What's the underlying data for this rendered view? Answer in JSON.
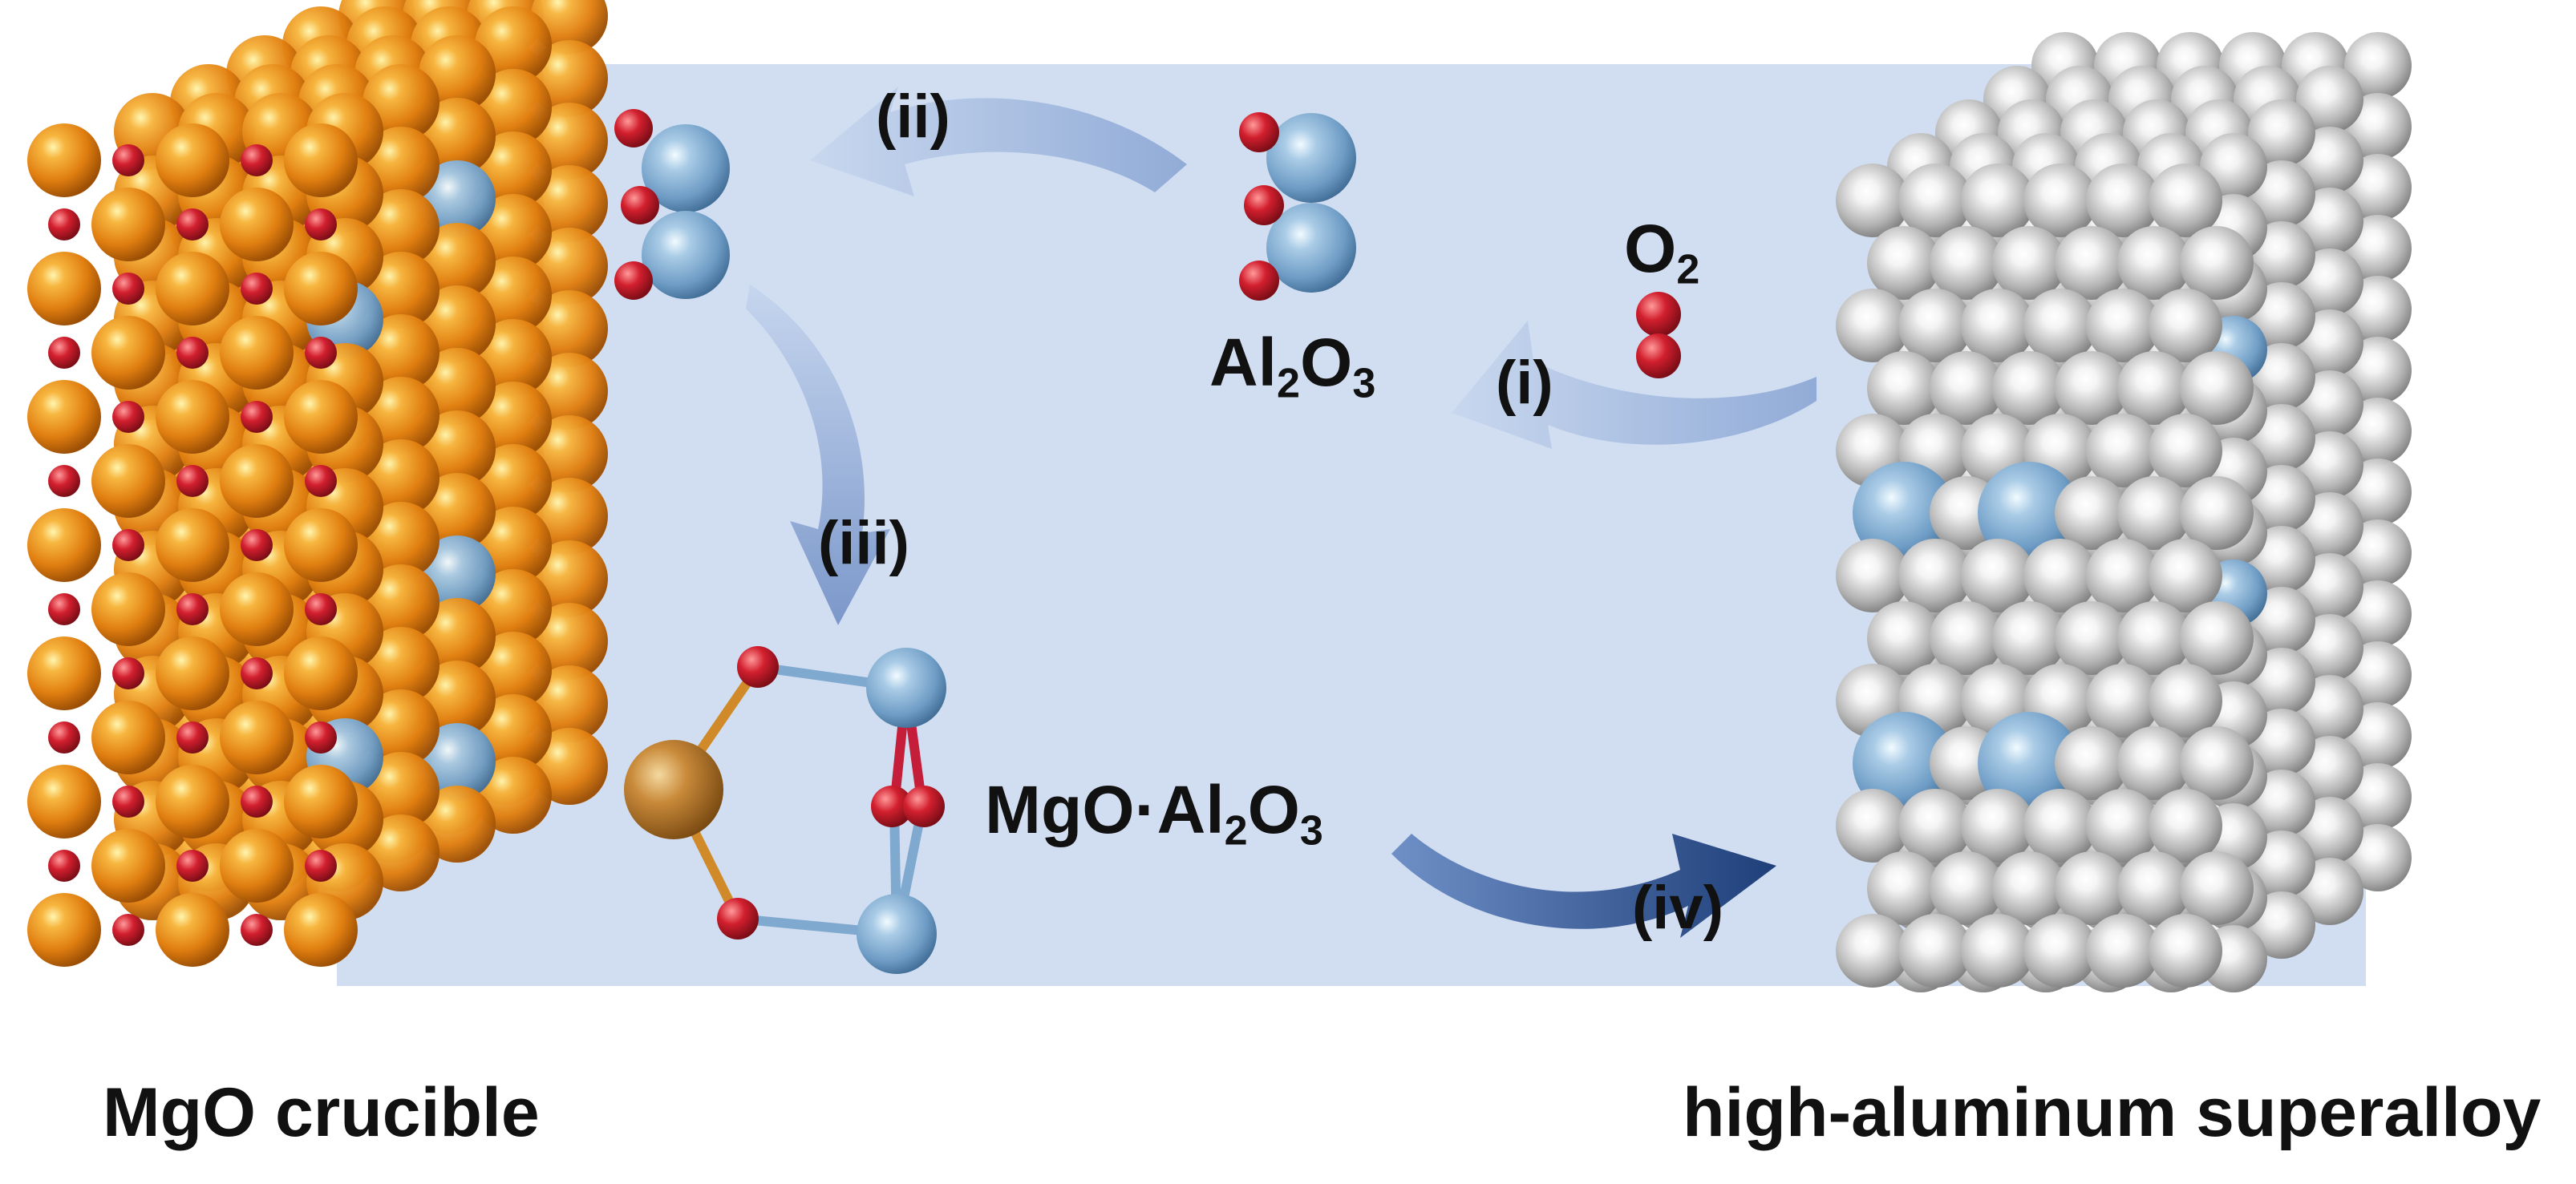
{
  "left_block": {
    "caption": "MgO crucible"
  },
  "right_block": {
    "caption": "high-aluminum superalloy"
  },
  "steps": {
    "i": "(i)",
    "ii": "(ii)",
    "iii": "(iii)",
    "iv": "(iv)"
  },
  "species": {
    "o2": {
      "base": "O",
      "sub": "2"
    },
    "al2o3": {
      "base1": "Al",
      "sub1": "2",
      "base2": "O",
      "sub2": "3"
    },
    "spinel": {
      "prefix": "MgO·Al",
      "sub1": "2",
      "base2": "O",
      "sub2": "3"
    }
  },
  "colors": {
    "mg": "#e98a1f",
    "oxygen": "#c41e3a",
    "aluminum": "#7fa9cf",
    "nickel": "#b9b9b9",
    "plane": "#c9d8ef",
    "arrow_light": "#9db5da",
    "arrow_dark": "#2f5597"
  }
}
